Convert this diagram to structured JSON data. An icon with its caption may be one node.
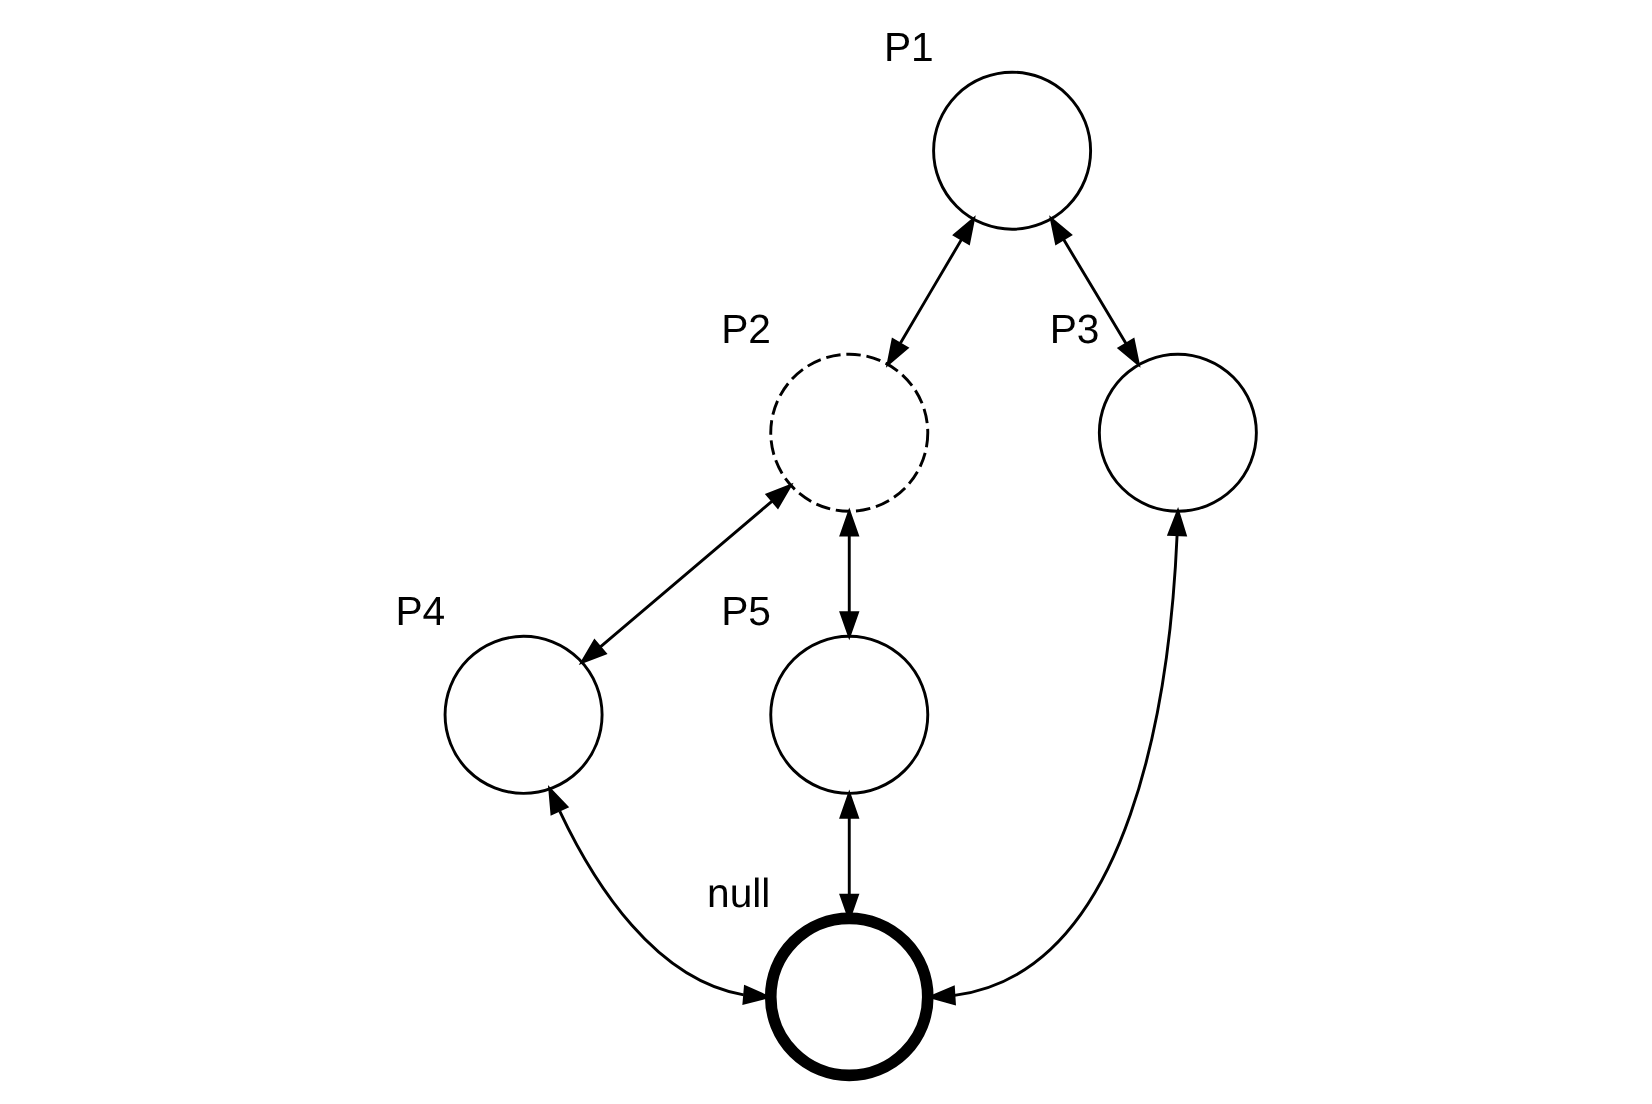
{
  "diagram": {
    "nodes": [
      {
        "text": [],
        "shape": "circle",
        "beside": [
          "P1"
        ]
      },
      {
        "text": [],
        "shape": "circle",
        "beside": [
          "P2"
        ]
      },
      {
        "text": [],
        "shape": "circle",
        "beside": [
          "P3"
        ]
      },
      {
        "text": [],
        "shape": "circle",
        "beside": [
          "P4"
        ]
      },
      {
        "text": [],
        "shape": "circle",
        "beside": [
          "P5"
        ]
      },
      {
        "text": [],
        "shape": "circle",
        "beside": [
          "null"
        ]
      }
    ],
    "edges": [
      {
        "from": 0,
        "to": 1,
        "arrow": "both"
      },
      {
        "from": 0,
        "to": 2,
        "arrow": "both"
      },
      {
        "from": 1,
        "to": 3,
        "arrow": "both"
      },
      {
        "from": 1,
        "to": 4,
        "arrow": "both"
      },
      {
        "from": 3,
        "to": 5,
        "arrow": "both"
      },
      {
        "from": 4,
        "to": 5,
        "arrow": "both"
      },
      {
        "from": 2,
        "to": 5,
        "arrow": "both"
      }
    ]
  }
}
